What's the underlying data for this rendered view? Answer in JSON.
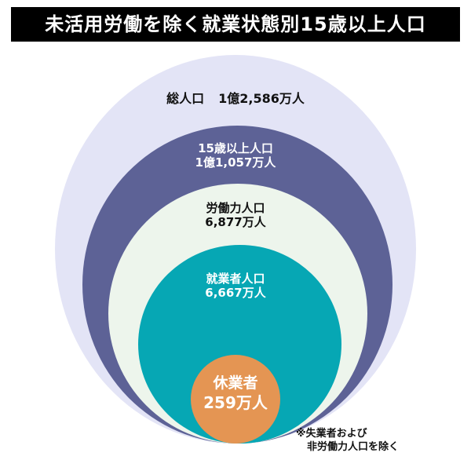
{
  "title": "未活用労働を除く就業状態別15歳以上人口",
  "colors": {
    "total": "#e3e4f6",
    "age15_plus": "#5d6296",
    "labor_force": "#edf5ec",
    "employed": "#06a7b4",
    "absent": "#e49553"
  },
  "circles": {
    "total": {
      "label": "総人口",
      "value": "1億2,586万人"
    },
    "age15_plus": {
      "label": "15歳以上人口",
      "value": "1億1,057万人"
    },
    "labor_force": {
      "label": "労働力人口",
      "value": "6,877万人"
    },
    "employed": {
      "label": "就業者人口",
      "value": "6,667万人"
    },
    "absent": {
      "label": "休業者",
      "value": "259万人"
    }
  },
  "note": {
    "line1": "※失業者および",
    "line2": "非労働力人口を除く"
  }
}
